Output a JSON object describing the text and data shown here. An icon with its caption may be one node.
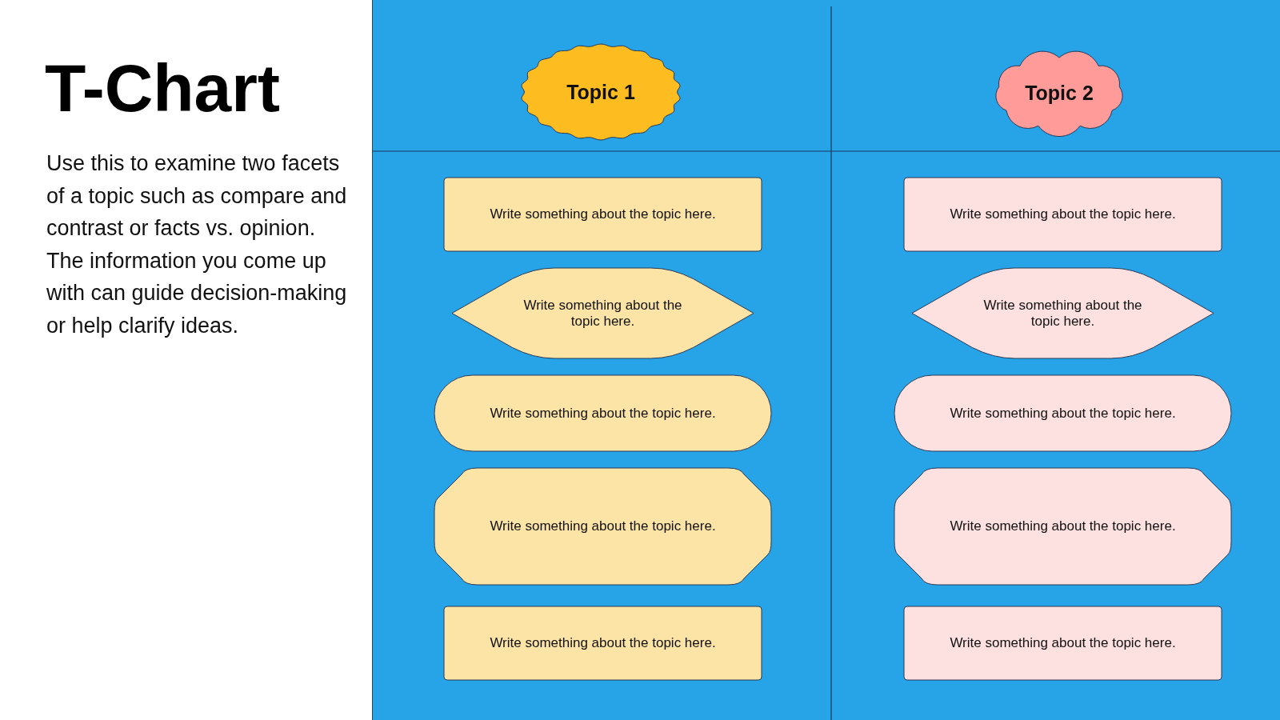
{
  "diagram": {
    "title": "T-Chart",
    "nodes": [
      {
        "text": [
          "Topic 1"
        ]
      },
      {
        "text": [
          "Topic 2"
        ]
      },
      {
        "text": [
          "Write something about the topic here."
        ]
      },
      {
        "text": [
          "Write something about the topic here."
        ]
      },
      {
        "text": [
          "Write something about the topic here."
        ]
      },
      {
        "text": [
          "Write something about the topic here."
        ]
      },
      {
        "text": [
          "Write something about the topic here."
        ]
      },
      {
        "text": [
          "Write something about the topic here."
        ]
      },
      {
        "text": [
          "Write something about the topic here."
        ]
      },
      {
        "text": [
          "Write something about the topic here."
        ]
      },
      {
        "text": [
          "Write something about the topic here."
        ]
      },
      {
        "text": [
          "Write something about the topic here."
        ]
      }
    ],
    "edges": [],
    "labels": [
      "Use this to examine two facets of a topic such as compare and contrast or facts vs. opinion. The information you come up with can guide decision-making or help clarify ideas."
    ]
  }
}
